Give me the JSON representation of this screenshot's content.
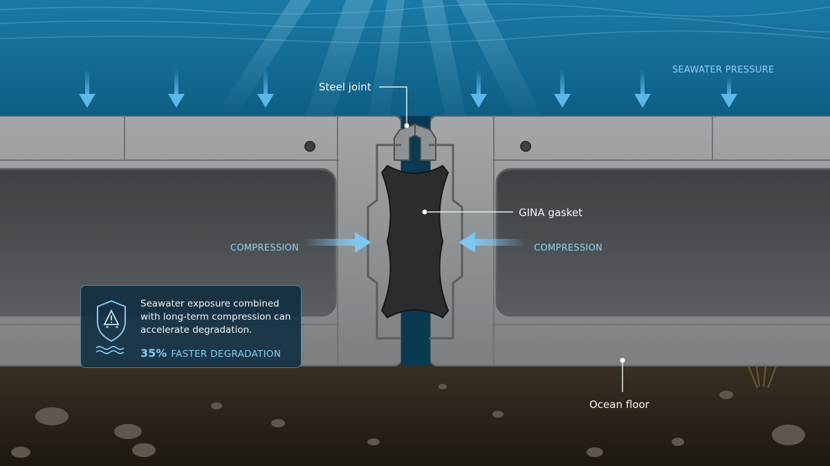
{
  "labels": {
    "steel_joint": "Steel joint",
    "seawater_pressure": "SEAWATER PRESSURE",
    "gina_gasket": "GINA gasket",
    "compression_left": "COMPRESSION",
    "compression_right": "COMPRESSION",
    "ocean_floor": "Ocean floor"
  },
  "info_box": {
    "text": "Seawater exposure combined with long-term compression can accelerate degradation.",
    "stat_value": "35%",
    "stat_label": "FASTER DEGRADATION",
    "icon": "shield-warning-icon"
  },
  "colors": {
    "water": "#0c5e84",
    "concrete": "#8b8f91",
    "gasket": "#2a2c2e",
    "accent_blue": "#7fcbf2"
  }
}
